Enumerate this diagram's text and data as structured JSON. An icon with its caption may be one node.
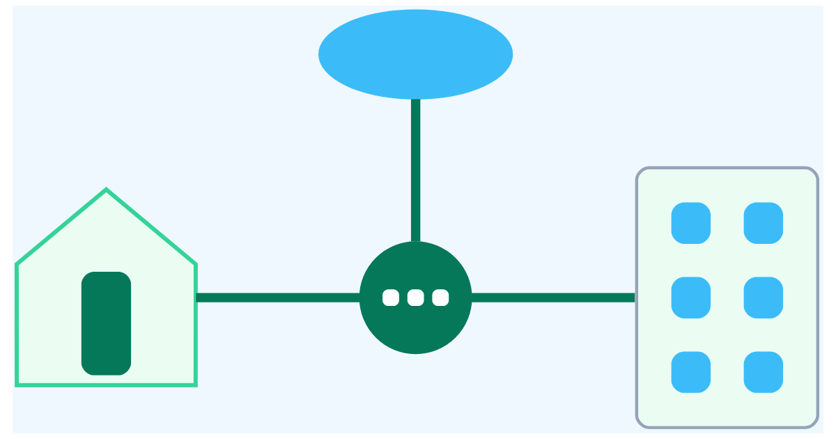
{
  "diagram": {
    "nodes": [
      {
        "text": [],
        "shape": "cloud"
      },
      {
        "text": [],
        "shape": "house"
      },
      {
        "text": [],
        "shape": "circle"
      },
      {
        "text": [],
        "shape": "building"
      }
    ],
    "edges": [
      {
        "from": 0,
        "to": 2,
        "arrow": "none"
      },
      {
        "from": 1,
        "to": 2,
        "arrow": "none"
      },
      {
        "from": 2,
        "to": 3,
        "arrow": "none"
      }
    ]
  }
}
